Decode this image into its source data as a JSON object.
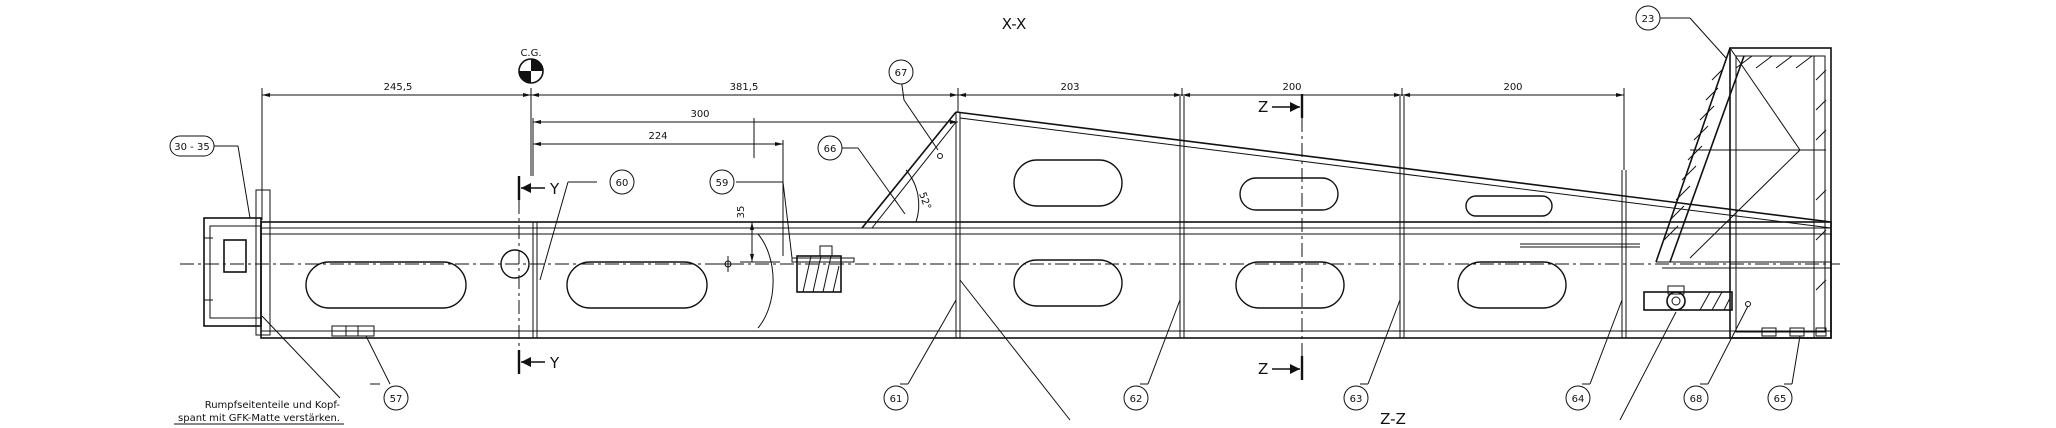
{
  "sections": {
    "top": "X-X",
    "bottom": "Z-Z",
    "cg": "C.G."
  },
  "cuts": {
    "y_upper": "Y",
    "y_lower": "Y",
    "z_upper": "Z",
    "z_lower": "Z"
  },
  "dimensions": {
    "d1": "245,5",
    "d2": "381,5",
    "d3": "300",
    "d4": "224",
    "d5": "203",
    "d6": "200",
    "d7": "200",
    "d8": "35",
    "angle": "52°"
  },
  "callouts": {
    "c23": "23",
    "c30": "30 - 35",
    "c57": "57",
    "c59": "59",
    "c60": "60",
    "c61": "61",
    "c62": "62",
    "c63": "63",
    "c64": "64",
    "c65": "65",
    "c66": "66",
    "c67": "67",
    "c68": "68"
  },
  "note": {
    "line1": "Rumpfseitenteile und Kopf-",
    "line2": "spant mit GFK-Matte verstärken."
  }
}
